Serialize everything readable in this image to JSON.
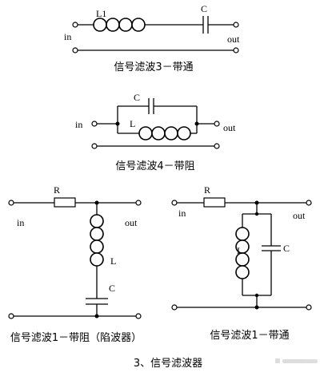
{
  "circuits": [
    {
      "id": "bandpass3",
      "terminal_in": "in",
      "terminal_out": "out",
      "inductor": "L1",
      "capacitor": "C",
      "caption": "信号滤波3－带通"
    },
    {
      "id": "bandstop4",
      "terminal_in": "in",
      "terminal_out": "out",
      "inductor": "L",
      "capacitor": "C",
      "caption": "信号滤波4－带阻"
    },
    {
      "id": "bandstop1",
      "terminal_in": "in",
      "terminal_out": "out",
      "resistor": "R",
      "inductor": "L",
      "capacitor": "C",
      "caption": "信号滤波1－带阻（陷波器）"
    },
    {
      "id": "bandpass1",
      "terminal_in": "in",
      "terminal_out": "out",
      "resistor": "R",
      "inductor": "L",
      "capacitor": "C",
      "caption": "信号滤波1－带通"
    }
  ],
  "figure_caption": "3、信号滤波器"
}
